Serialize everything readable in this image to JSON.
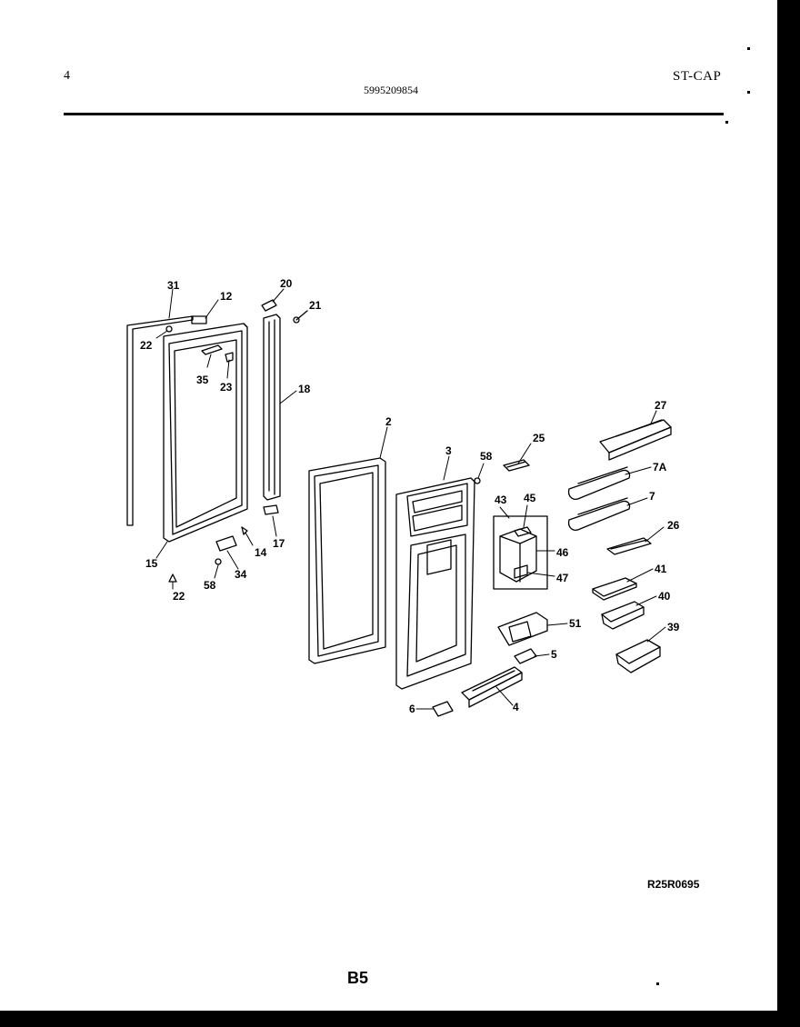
{
  "header": {
    "page_number": "4",
    "part_number": "5995209854",
    "model": "ST-CAP"
  },
  "callouts": [
    "31",
    "12",
    "20",
    "21",
    "22",
    "35",
    "23",
    "18",
    "15",
    "14",
    "17",
    "22",
    "58",
    "34",
    "2",
    "3",
    "58",
    "25",
    "27",
    "7A",
    "7",
    "43",
    "45",
    "46",
    "47",
    "26",
    "41",
    "40",
    "51",
    "39",
    "5",
    "6",
    "4"
  ],
  "drawing_code": "R25R0695",
  "page_label": "B5"
}
